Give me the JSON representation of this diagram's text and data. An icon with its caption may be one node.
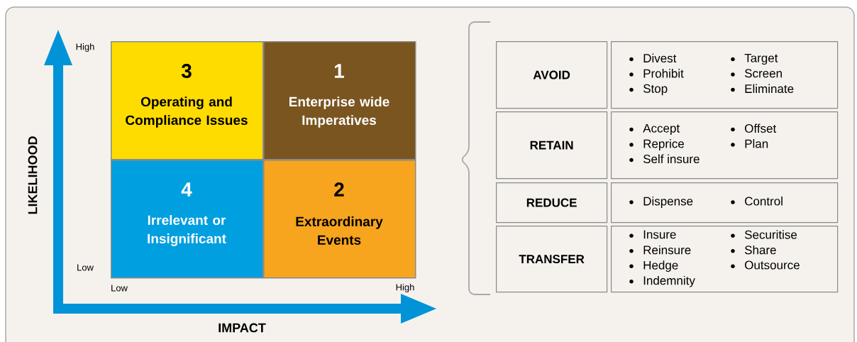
{
  "diagram": {
    "nodes": [
      {
        "text": [
          "3",
          "Operating and Compliance Issues"
        ]
      },
      {
        "text": [
          "1",
          "Enterprise wide Imperatives"
        ]
      },
      {
        "text": [
          "4",
          "Irrelevant or Insignificant"
        ]
      },
      {
        "text": [
          "2",
          "Extraordinary Events"
        ]
      },
      {
        "text": [
          "AVOID"
        ]
      },
      {
        "text": [
          "Divest",
          "Prohibit",
          "Stop",
          "Target",
          "Screen",
          "Eliminate"
        ]
      },
      {
        "text": [
          "RETAIN"
        ]
      },
      {
        "text": [
          "Accept",
          "Reprice",
          "Self insure",
          "Offset",
          "Plan"
        ]
      },
      {
        "text": [
          "REDUCE"
        ]
      },
      {
        "text": [
          "Dispense",
          "Control"
        ]
      },
      {
        "text": [
          "TRANSFER"
        ]
      },
      {
        "text": [
          "Insure",
          "Reinsure",
          "Hedge",
          "Indemnity",
          "Securitise",
          "Share",
          "Outsource"
        ]
      }
    ],
    "labels": [
      "High",
      "LIKELIHOOD",
      "Low",
      "Low",
      "High",
      "IMPACT"
    ]
  }
}
